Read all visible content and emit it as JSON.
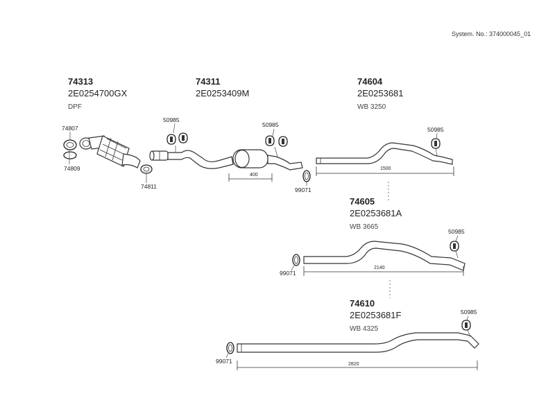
{
  "header": {
    "system_label": "System. No.: 374000045_01"
  },
  "parts": [
    {
      "number": "74313",
      "code": "2E0254700GX",
      "note": "DPF"
    },
    {
      "number": "74311",
      "code": "2E0253409M",
      "note": ""
    },
    {
      "number": "74604",
      "code": "2E0253681",
      "note": "WB 3250"
    },
    {
      "number": "74605",
      "code": "2E0253681A",
      "note": "WB 3665"
    },
    {
      "number": "74610",
      "code": "2E0253681F",
      "note": "WB 4325"
    }
  ],
  "callouts": {
    "c74807": "74807",
    "c74809": "74809",
    "c74811": "74811",
    "c50985_a": "50985",
    "c50985_b": "50985",
    "c50985_c": "50985",
    "c50985_d": "50985",
    "c50985_e": "50985",
    "c99071_a": "99071",
    "c99071_b": "99071",
    "c99071_c": "99071"
  },
  "dimensions": {
    "d400": "400",
    "d1500": "1500",
    "d2140": "2140",
    "d2820": "2820"
  }
}
